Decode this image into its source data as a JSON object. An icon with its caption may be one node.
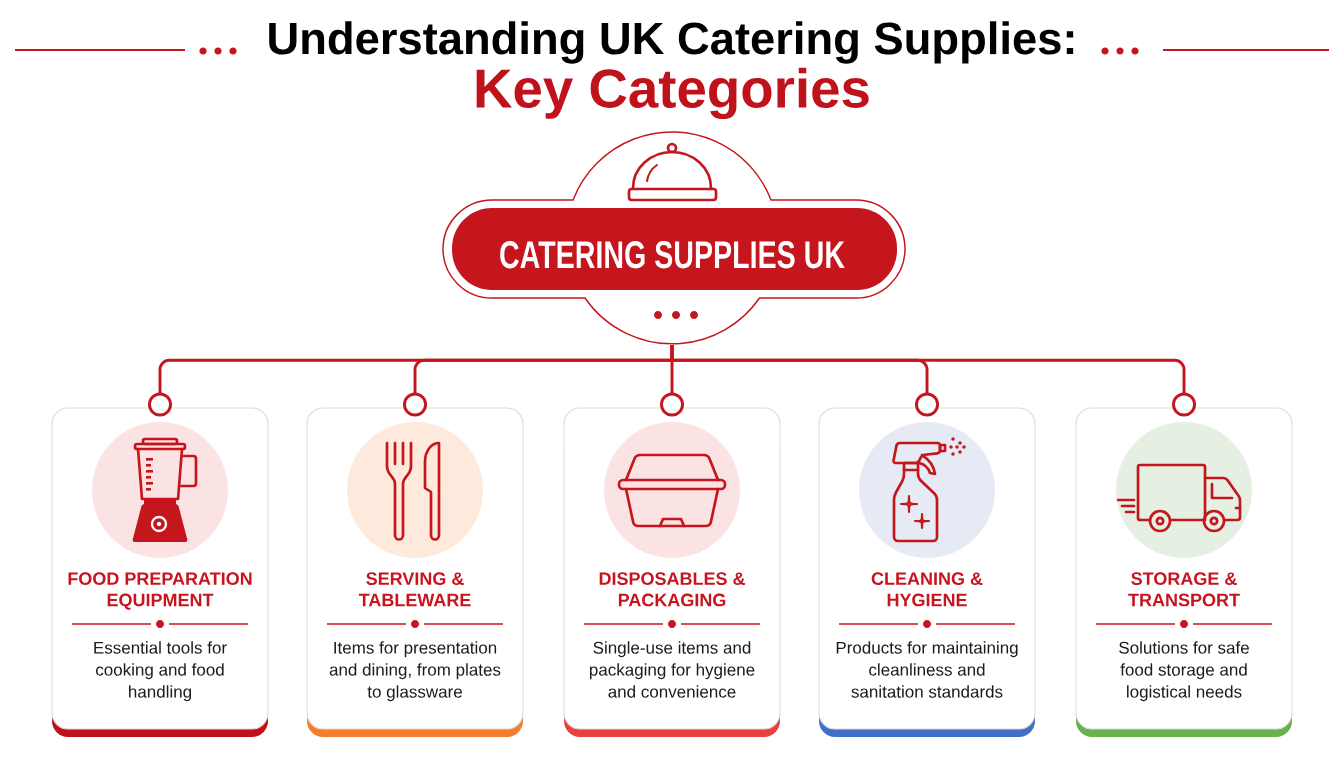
{
  "diagram": {
    "title": "Understanding UK Catering Supplies: Key Categories",
    "nodes": [
      {
        "text": [
          "CATERING SUPPLIES UK"
        ]
      },
      {
        "text": [
          "FOOD PREPARATION EQUIPMENT",
          "Essential tools for cooking and food handling"
        ]
      },
      {
        "text": [
          "SERVING & TABLEWARE",
          "Items for presentation and dining, from plates to glassware"
        ]
      },
      {
        "text": [
          "DISPOSABLES & PACKAGING",
          "Single-use items and packaging for hygiene and convenience"
        ]
      },
      {
        "text": [
          "CLEANING & HYGIENE",
          "Products for maintaining cleanliness and sanitation standards"
        ]
      },
      {
        "text": [
          "STORAGE & TRANSPORT",
          "Solutions for safe food storage and logistical needs"
        ]
      }
    ],
    "edges": [
      {
        "from": 0,
        "to": 1,
        "arrow": "other"
      },
      {
        "from": 0,
        "to": 2,
        "arrow": "other"
      },
      {
        "from": 0,
        "to": 3,
        "arrow": "other"
      },
      {
        "from": 0,
        "to": 4,
        "arrow": "other"
      },
      {
        "from": 0,
        "to": 5,
        "arrow": "other"
      }
    ]
  }
}
